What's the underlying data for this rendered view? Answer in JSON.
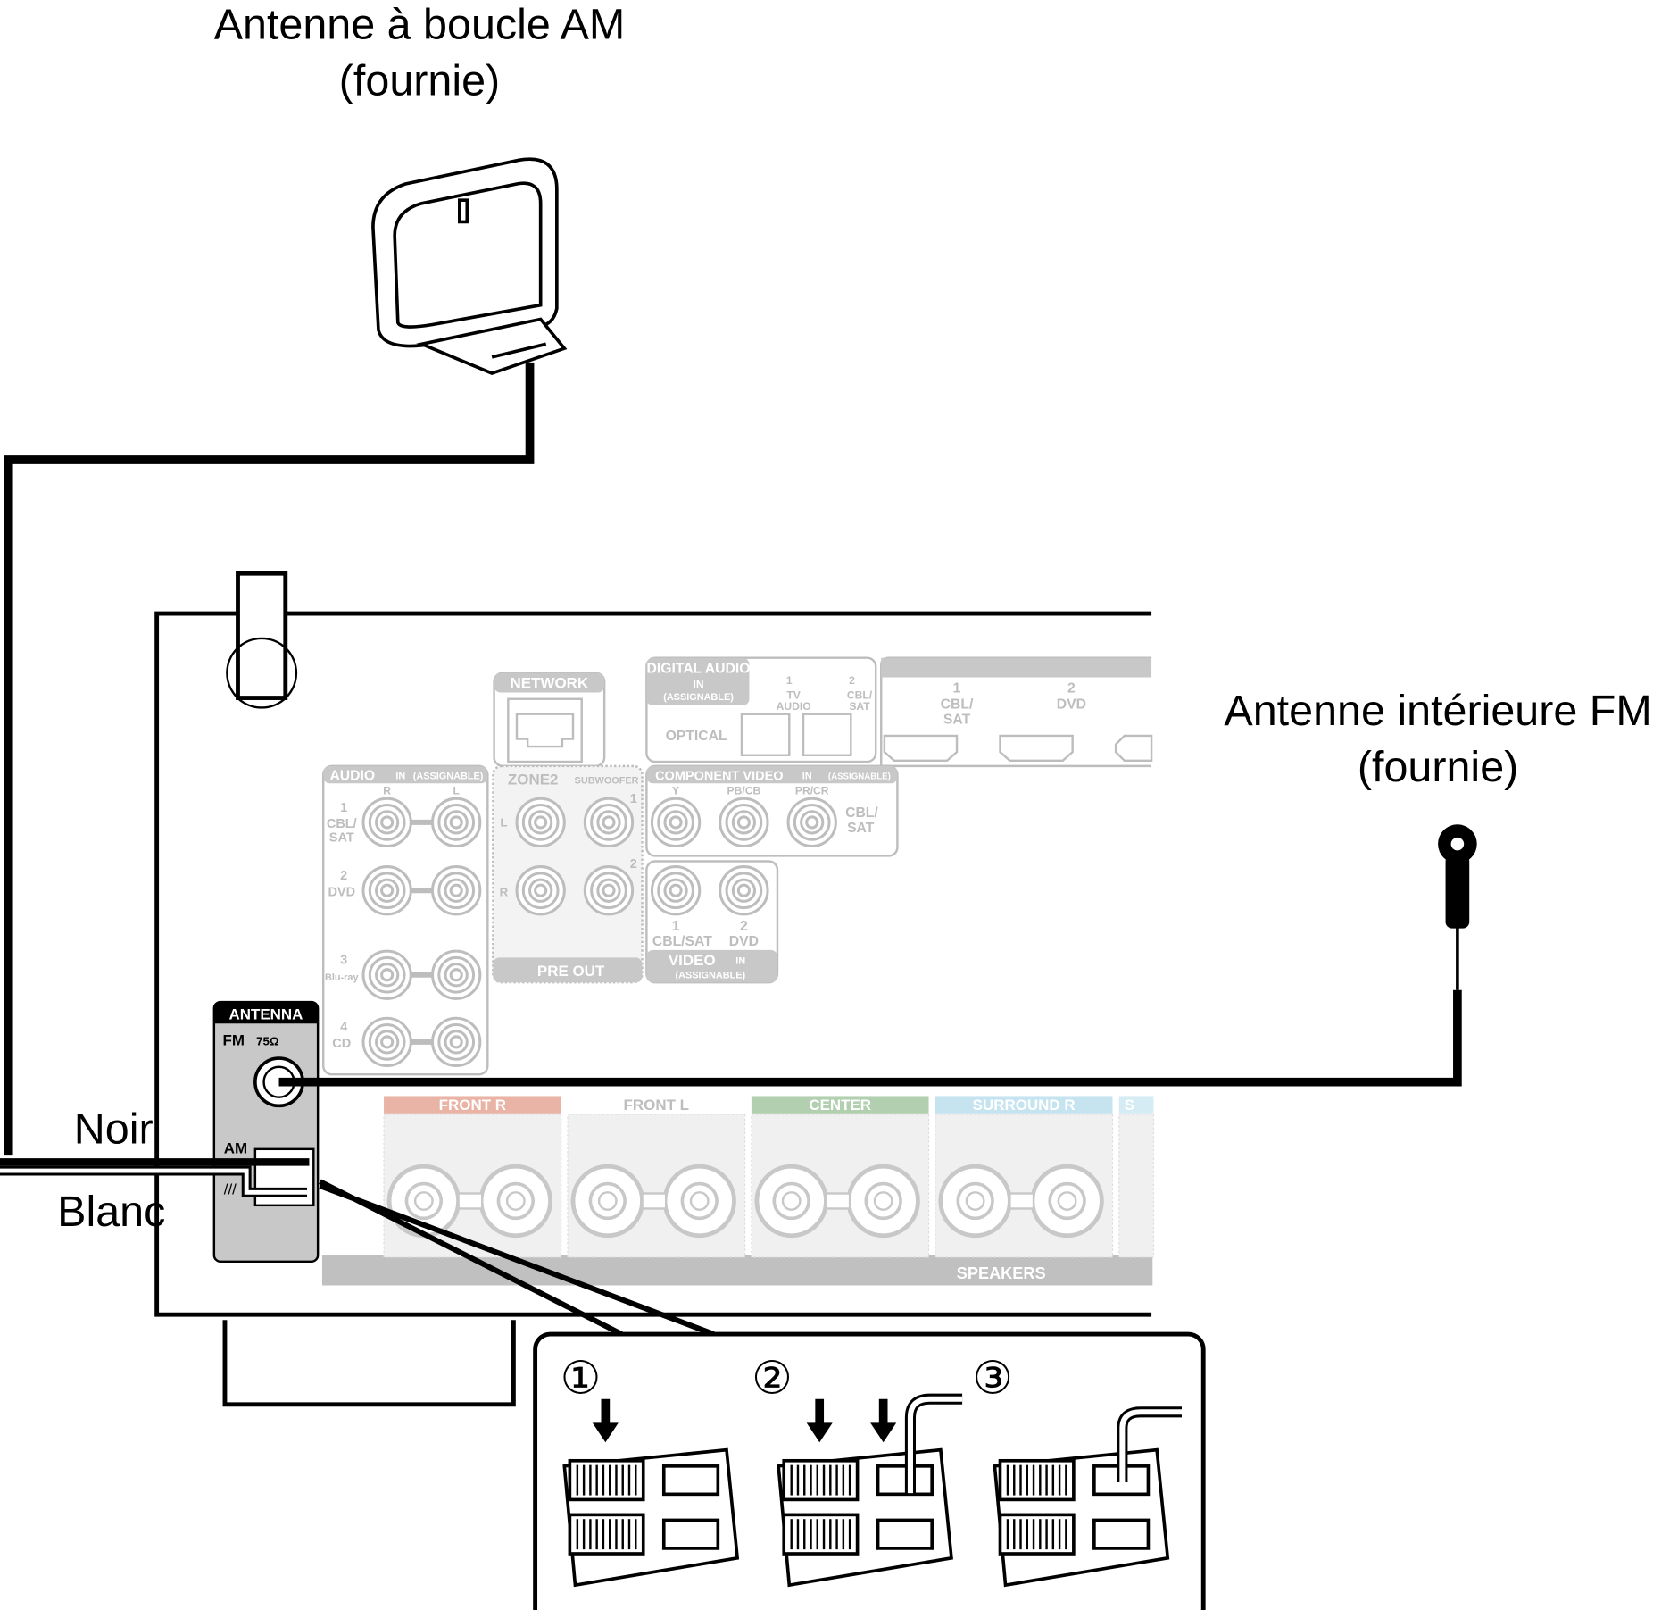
{
  "labels": {
    "am_antenna_line1": "Antenne à boucle AM",
    "am_antenna_line2": "(fournie)",
    "fm_antenna_line1": "Antenne intérieure FM",
    "fm_antenna_line2": "(fournie)",
    "wire_black": "Noir",
    "wire_white": "Blanc"
  },
  "panel": {
    "antenna": "ANTENNA",
    "fm": "FM",
    "fm_ohm": "75Ω",
    "am": "AM",
    "network": "NETWORK",
    "digital_audio": "DIGITAL AUDIO",
    "in": "IN",
    "assignable": "(ASSIGNABLE)",
    "optical": "OPTICAL",
    "opt1_num": "1",
    "opt1_l1": "TV",
    "opt1_l2": "AUDIO",
    "opt2_num": "2",
    "opt2_l1": "CBL/",
    "opt2_l2": "SAT",
    "hdmi1_num": "1",
    "hdmi1_l1": "CBL/",
    "hdmi1_l2": "SAT",
    "hdmi2_num": "2",
    "hdmi2_l1": "DVD",
    "audio": "AUDIO",
    "r": "R",
    "l": "L",
    "audio_rows": [
      {
        "num": "1",
        "l1": "CBL/",
        "l2": "SAT"
      },
      {
        "num": "2",
        "l1": "DVD",
        "l2": ""
      },
      {
        "num": "3",
        "l1": "Blu-ray",
        "l2": ""
      },
      {
        "num": "4",
        "l1": "CD",
        "l2": ""
      }
    ],
    "zone2": "ZONE2",
    "subwoofer": "SUBWOOFER",
    "sub1": "1",
    "sub2": "2",
    "pre_out": "PRE OUT",
    "component_video": "COMPONENT VIDEO",
    "y": "Y",
    "pb": "PB/CB",
    "pr": "PR/CR",
    "comp_src_l1": "CBL/",
    "comp_src_l2": "SAT",
    "video": "VIDEO",
    "video1_num": "1",
    "video1_l": "CBL/SAT",
    "video2_num": "2",
    "video2_l": "DVD",
    "speakers": "SPEAKERS",
    "speaker_channels": [
      {
        "label": "FRONT R",
        "color": "#e9b4a6"
      },
      {
        "label": "FRONT L",
        "color": "#ffffff"
      },
      {
        "label": "CENTER",
        "color": "#b2d0b0"
      },
      {
        "label": "SURROUND R",
        "color": "#c6e4f0"
      },
      {
        "label": "S",
        "color": "#d6ecf4"
      }
    ]
  },
  "steps": [
    "①",
    "②",
    "③"
  ]
}
